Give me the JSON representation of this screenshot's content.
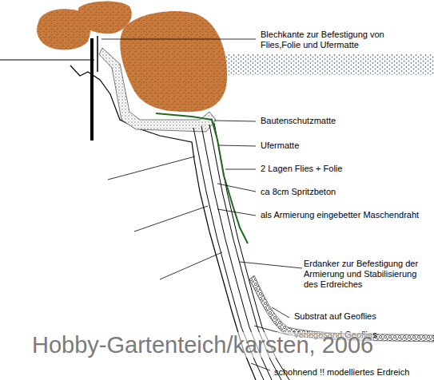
{
  "diagram": {
    "labels": [
      "Blechkante zur Befestigung von Flies,Folie und Ufermatte",
      "Bautenschutzmatte",
      "Ufermatte",
      "2 Lagen Flies + Folie",
      "ca 8cm Spritzbeton",
      "als Armierung eingebetter Maschendraht",
      "Erdanker zur Befestigung der Armierung und Stabilisierung des Erdreiches",
      "Substrat auf Geoflies",
      "Verlegesand Geoflies",
      "schohnend !! modelliertes Erdreich",
      "Hobby-Gartenteich/karsten, 2006"
    ]
  }
}
